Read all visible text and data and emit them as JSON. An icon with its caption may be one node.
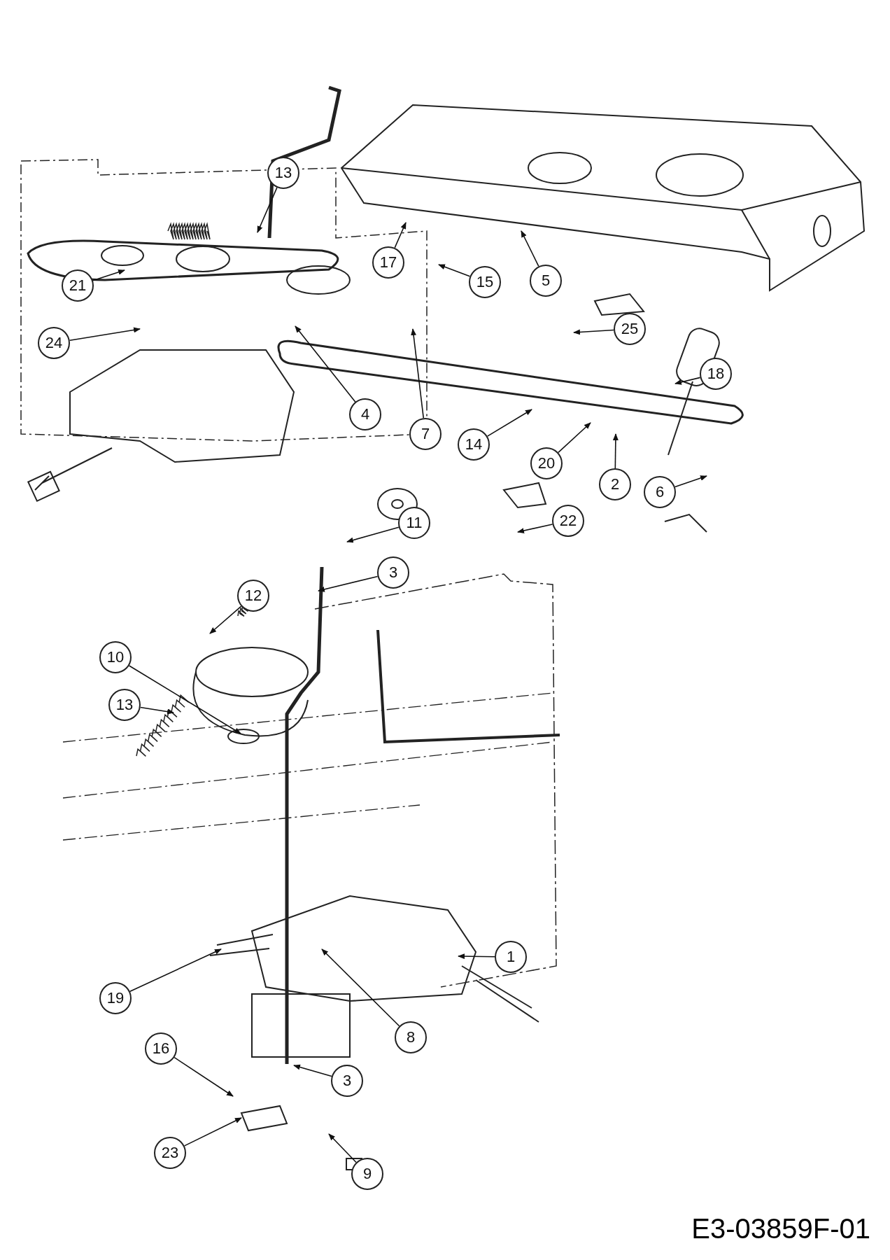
{
  "diagram": {
    "nodes": [
      {
        "text": [
          "13"
        ]
      },
      {
        "text": [
          "21"
        ]
      },
      {
        "text": [
          "24"
        ]
      },
      {
        "text": [
          "17"
        ]
      },
      {
        "text": [
          "15"
        ]
      },
      {
        "text": [
          "5"
        ]
      },
      {
        "text": [
          "25"
        ]
      },
      {
        "text": [
          "18"
        ]
      },
      {
        "text": [
          "4"
        ]
      },
      {
        "text": [
          "7"
        ]
      },
      {
        "text": [
          "14"
        ]
      },
      {
        "text": [
          "20"
        ]
      },
      {
        "text": [
          "2"
        ]
      },
      {
        "text": [
          "6"
        ]
      },
      {
        "text": [
          "22"
        ]
      },
      {
        "text": [
          "11"
        ]
      },
      {
        "text": [
          "3"
        ]
      },
      {
        "text": [
          "12"
        ]
      },
      {
        "text": [
          "10"
        ]
      },
      {
        "text": [
          "13"
        ]
      },
      {
        "text": [
          "1"
        ]
      },
      {
        "text": [
          "19"
        ]
      },
      {
        "text": [
          "8"
        ]
      },
      {
        "text": [
          "3"
        ]
      },
      {
        "text": [
          "16"
        ]
      },
      {
        "text": [
          "23"
        ]
      },
      {
        "text": [
          "9"
        ]
      }
    ],
    "edges": [
      {
        "from": 0,
        "to": null,
        "arrow": "to"
      },
      {
        "from": 1,
        "to": null,
        "arrow": "to"
      },
      {
        "from": 2,
        "to": null,
        "arrow": "to"
      },
      {
        "from": 3,
        "to": null,
        "arrow": "to"
      },
      {
        "from": 4,
        "to": null,
        "arrow": "to"
      },
      {
        "from": 5,
        "to": null,
        "arrow": "to"
      },
      {
        "from": 6,
        "to": null,
        "arrow": "to"
      },
      {
        "from": 7,
        "to": null,
        "arrow": "to"
      },
      {
        "from": 8,
        "to": null,
        "arrow": "to"
      },
      {
        "from": 9,
        "to": null,
        "arrow": "to"
      },
      {
        "from": 10,
        "to": null,
        "arrow": "to"
      },
      {
        "from": 11,
        "to": null,
        "arrow": "to"
      },
      {
        "from": 12,
        "to": null,
        "arrow": "to"
      },
      {
        "from": 13,
        "to": null,
        "arrow": "to"
      },
      {
        "from": 14,
        "to": null,
        "arrow": "to"
      },
      {
        "from": 15,
        "to": null,
        "arrow": "to"
      },
      {
        "from": 16,
        "to": null,
        "arrow": "to"
      },
      {
        "from": 17,
        "to": null,
        "arrow": "to"
      },
      {
        "from": 18,
        "to": null,
        "arrow": "to"
      },
      {
        "from": 19,
        "to": null,
        "arrow": "to"
      },
      {
        "from": 20,
        "to": null,
        "arrow": "to"
      },
      {
        "from": 21,
        "to": null,
        "arrow": "to"
      },
      {
        "from": 22,
        "to": null,
        "arrow": "to"
      },
      {
        "from": 23,
        "to": null,
        "arrow": "to"
      },
      {
        "from": 24,
        "to": null,
        "arrow": "to"
      },
      {
        "from": 25,
        "to": null,
        "arrow": "to"
      },
      {
        "from": 26,
        "to": null,
        "arrow": "to"
      }
    ],
    "labels": [
      "E3-03859F-01"
    ]
  }
}
